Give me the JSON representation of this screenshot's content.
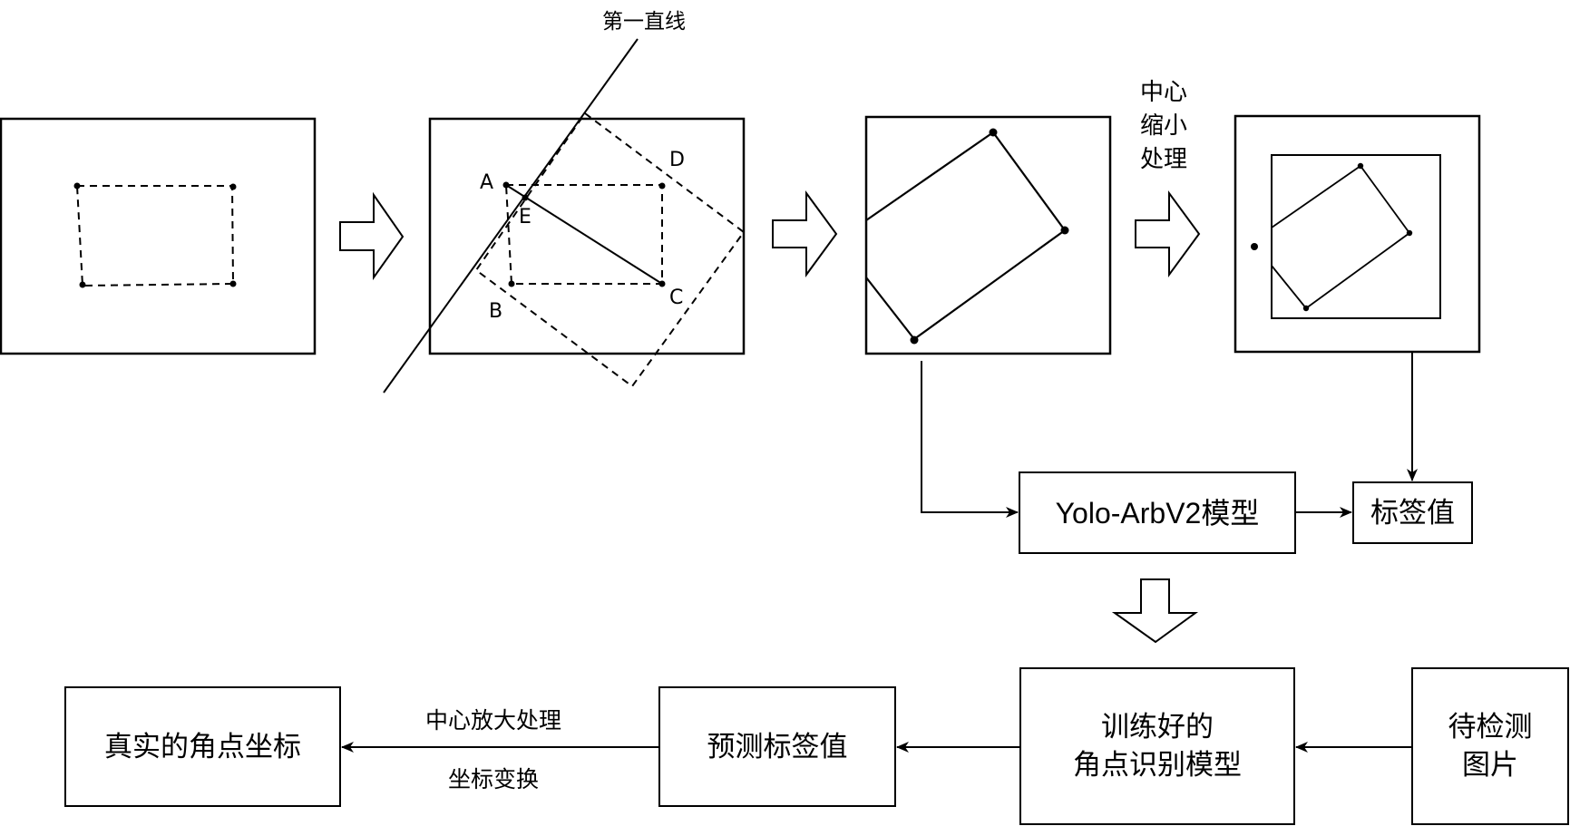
{
  "diagram": {
    "first_line_label": "第一直线",
    "point_labels": {
      "a": "A",
      "b": "B",
      "c": "C",
      "d": "D",
      "e": "E"
    },
    "shrink_label": [
      "中心",
      "缩小",
      "处理"
    ],
    "nodes": {
      "yolo_model": "Yolo-ArbV2模型",
      "label_value": "标签值",
      "image_to_detect": [
        "待检测",
        "图片"
      ],
      "trained_model": [
        "训练好的",
        "角点识别模型"
      ],
      "predicted_label": "预测标签值",
      "true_corners": "真实的角点坐标"
    },
    "edge_labels": {
      "enlarge": "中心放大处理",
      "transform": "坐标变换"
    },
    "colors": {
      "stroke": "#000000",
      "background": "#ffffff"
    }
  }
}
